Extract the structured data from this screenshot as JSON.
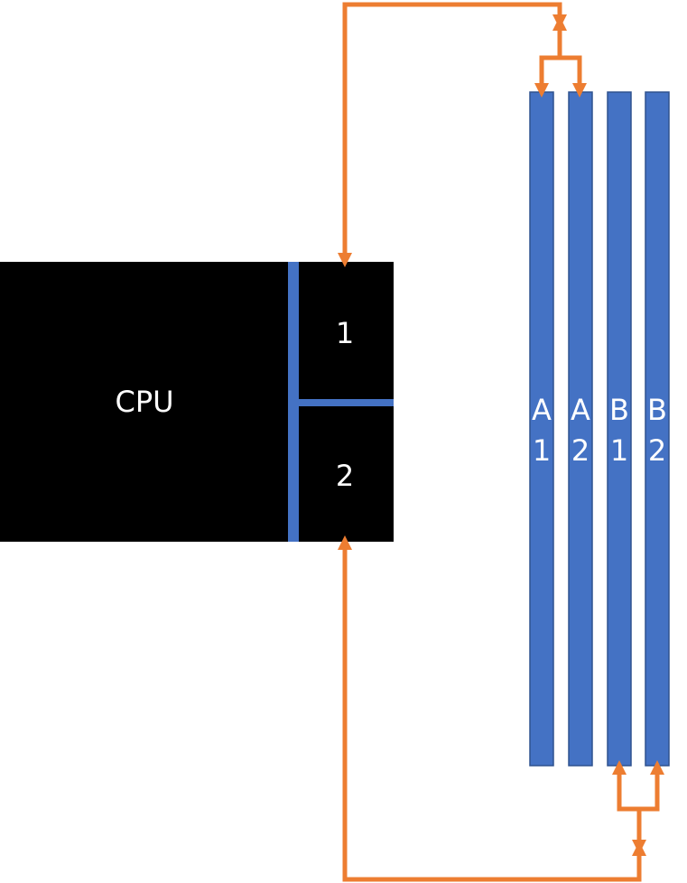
{
  "colors": {
    "cpu_block": "#000000",
    "divider": "#4472C4",
    "memory_slot": "#4472C4",
    "memory_slot_border": "#2F528F",
    "connector": "#ED7D31",
    "label_text": "#FFFFFF"
  },
  "cpu": {
    "label": "CPU",
    "channels": [
      {
        "label": "1"
      },
      {
        "label": "2"
      }
    ]
  },
  "memory_slots": [
    {
      "line1": "A",
      "line2": "1"
    },
    {
      "line1": "A",
      "line2": "2"
    },
    {
      "line1": "B",
      "line2": "1"
    },
    {
      "line1": "B",
      "line2": "2"
    }
  ]
}
